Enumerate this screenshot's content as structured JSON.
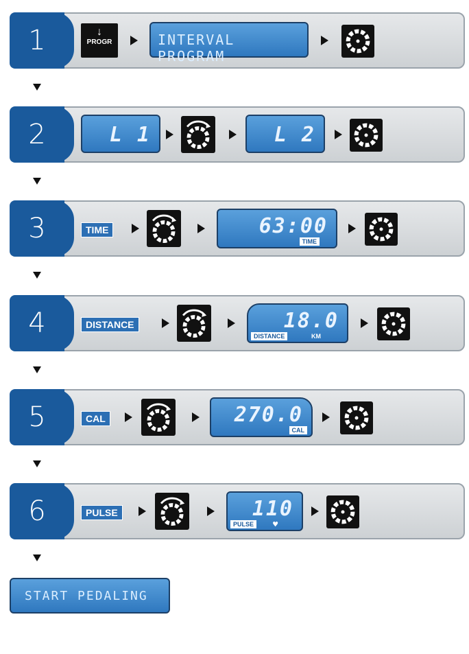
{
  "steps": [
    {
      "number": "1",
      "progr_label": "PROGR",
      "display": "INTERVAL PROGRAM"
    },
    {
      "number": "2",
      "display_a": "L 1",
      "display_b": "L 2"
    },
    {
      "number": "3",
      "tag": "TIME",
      "display": "63:00",
      "display_label": "TIME"
    },
    {
      "number": "4",
      "tag": "DISTANCE",
      "display": "18.0",
      "display_label": "DISTANCE",
      "display_unit": "KM"
    },
    {
      "number": "5",
      "tag": "CAL",
      "display": "270.0",
      "display_label": "CAL"
    },
    {
      "number": "6",
      "tag": "PULSE",
      "display": "110",
      "display_label": "PULSE"
    }
  ],
  "final": {
    "label": "START PEDALING"
  },
  "icons": {
    "arrow": "right-triangle-arrow",
    "down": "down-triangle-arrow",
    "knob": "rotary-dial-icon",
    "confirm": "dial-press-icon",
    "progr": "progr-button-icon",
    "heart": "heart-icon"
  },
  "colors": {
    "step_blue": "#1a5a9c",
    "lcd_blue": "#3b85cc",
    "bar_grey": "#d9dcde"
  }
}
